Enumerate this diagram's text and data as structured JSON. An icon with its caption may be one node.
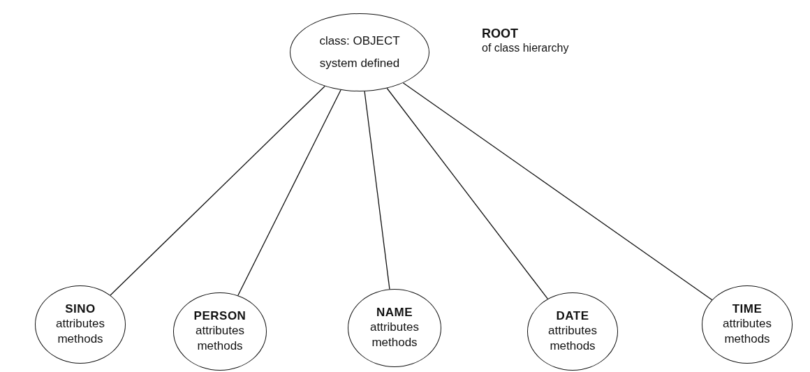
{
  "diagram": {
    "nodes": [
      {
        "text": [
          "class: OBJECT",
          "system defined"
        ]
      },
      {
        "text": [
          "SINO",
          "attributes methods"
        ]
      },
      {
        "text": [
          "PERSON",
          "attributes methods"
        ]
      },
      {
        "text": [
          "NAME",
          "attributes methods"
        ]
      },
      {
        "text": [
          "DATE",
          "attributes methods"
        ]
      },
      {
        "text": [
          "TIME",
          "attributes methods"
        ]
      }
    ],
    "edges": [
      {
        "from": 0,
        "to": 1,
        "arrow": "none"
      },
      {
        "from": 0,
        "to": 2,
        "arrow": "none"
      },
      {
        "from": 0,
        "to": 3,
        "arrow": "none"
      },
      {
        "from": 0,
        "to": 4,
        "arrow": "none"
      },
      {
        "from": 0,
        "to": 5,
        "arrow": "none"
      }
    ],
    "labels": [
      "ROOT",
      "of class hierarchy"
    ]
  }
}
